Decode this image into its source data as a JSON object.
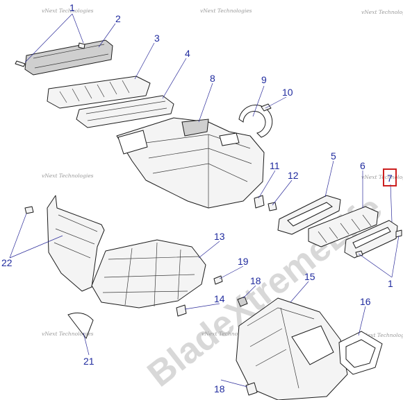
{
  "diagram": {
    "watermark_small": "vNext Technologies",
    "watermark_large": "BladeXtremeLife",
    "highlighted_callout": "7",
    "callouts": {
      "c1_top": "1",
      "c2": "2",
      "c3": "3",
      "c4": "4",
      "c5": "5",
      "c6": "6",
      "c7": "7",
      "c8": "8",
      "c9": "9",
      "c10": "10",
      "c11": "11",
      "c12": "12",
      "c13": "13",
      "c14": "14",
      "c15": "15",
      "c16": "16",
      "c18_mid": "18",
      "c18_bottom": "18",
      "c19": "19",
      "c21": "21",
      "c22": "22",
      "c1_right": "1"
    }
  }
}
